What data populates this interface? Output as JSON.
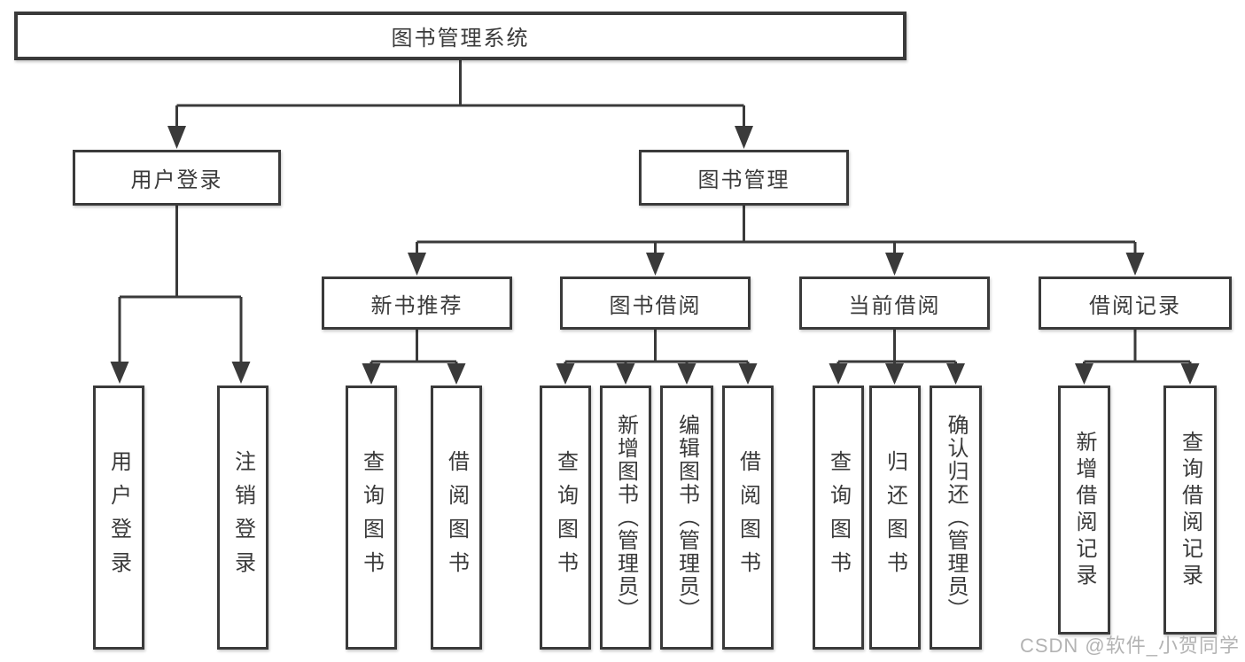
{
  "tree": {
    "label": "图书管理系统",
    "children": [
      {
        "label": "用户登录",
        "children": [
          {
            "label": "用户登录"
          },
          {
            "label": "注销登录"
          }
        ]
      },
      {
        "label": "图书管理",
        "children": [
          {
            "label": "新书推荐",
            "children": [
              {
                "label": "查询图书"
              },
              {
                "label": "借阅图书"
              }
            ]
          },
          {
            "label": "图书借阅",
            "children": [
              {
                "label": "查询图书"
              },
              {
                "label": "新增图书（管理员）"
              },
              {
                "label": "编辑图书（管理员）"
              },
              {
                "label": "借阅图书"
              }
            ]
          },
          {
            "label": "当前借阅",
            "children": [
              {
                "label": "查询图书"
              },
              {
                "label": "归还图书"
              },
              {
                "label": "确认归还（管理员）"
              }
            ]
          },
          {
            "label": "借阅记录",
            "children": [
              {
                "label": "新增借阅记录"
              },
              {
                "label": "查询借阅记录"
              }
            ]
          }
        ]
      }
    ]
  },
  "watermark": {
    "text": "CSDN @软件_小贺同学"
  },
  "colors": {
    "line": "#3a3a3a",
    "box_border": "#3a3a3a",
    "box_fill": "#ffffff",
    "text": "#3a3a3a",
    "watermark": "#b3b3b3"
  }
}
